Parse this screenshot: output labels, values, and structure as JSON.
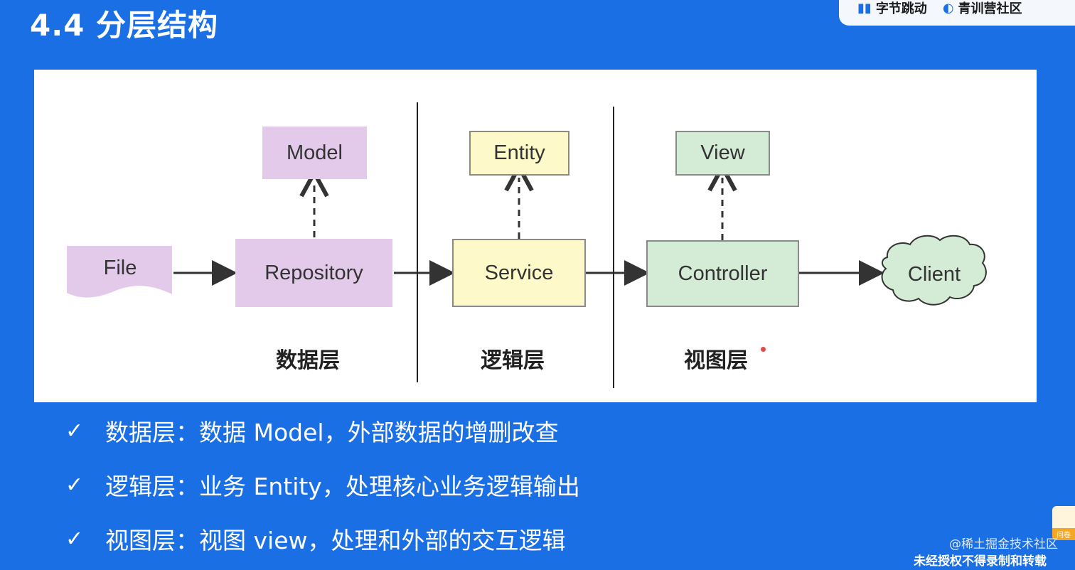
{
  "slide": {
    "title": "4.4 分层结构",
    "logos": [
      "字节跳动",
      "青训营社区"
    ]
  },
  "diagram": {
    "file": "File",
    "model": "Model",
    "repository": "Repository",
    "entity": "Entity",
    "service": "Service",
    "view": "View",
    "controller": "Controller",
    "client": "Client",
    "layers": {
      "data": "数据层",
      "logic": "逻辑层",
      "view": "视图层"
    },
    "colors": {
      "data": "#e3c9ea",
      "logic": "#fdf9c9",
      "view": "#d4ebd5"
    }
  },
  "bullets": [
    "数据层：数据 Model，外部数据的增删改查",
    "逻辑层：业务 Entity，处理核心业务逻辑输出",
    "视图层：视图 view，处理和外部的交互逻辑"
  ],
  "footer": {
    "watermark": "@稀土掘金技术社区",
    "notice": "未经授权不得录制和转载",
    "survey": "问卷"
  }
}
